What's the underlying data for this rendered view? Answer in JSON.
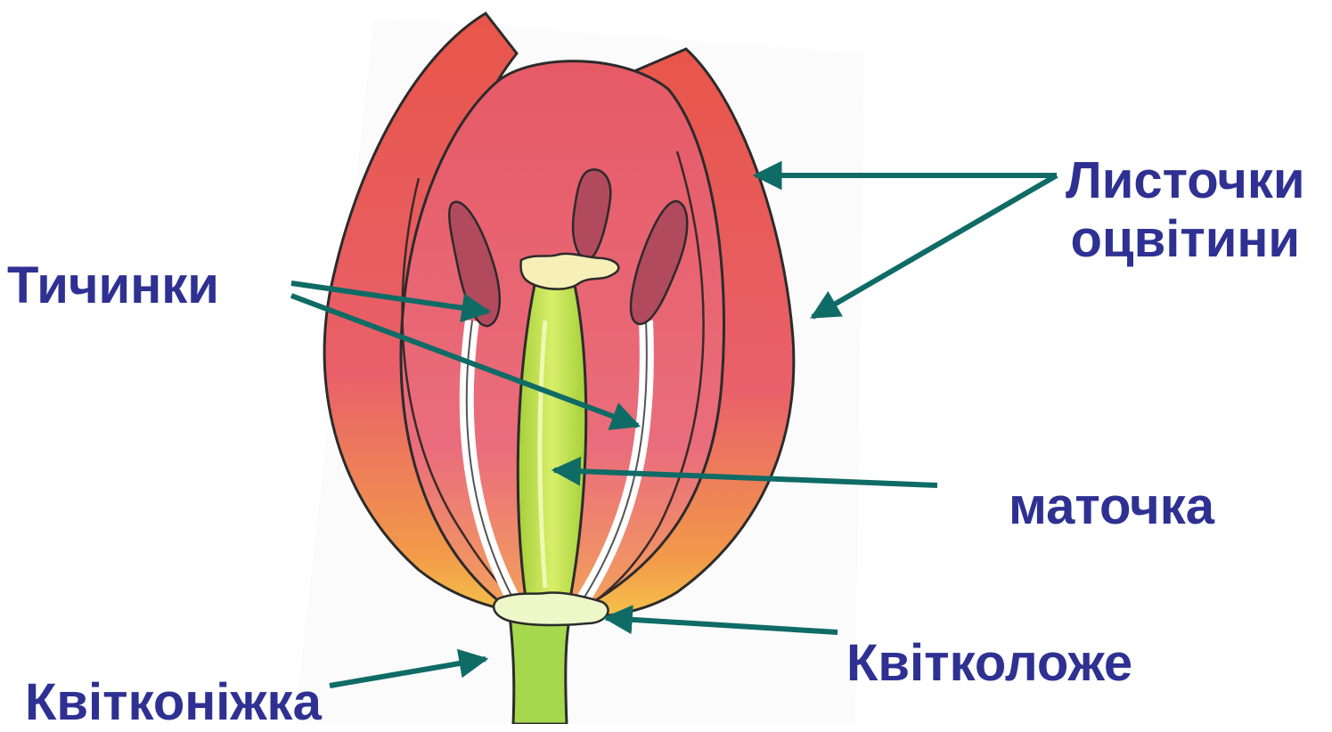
{
  "colors": {
    "label_text": "#2e3192",
    "arrow": "#0f6b66",
    "petal": "#e8604c",
    "petal_inner": "#e86a72",
    "pistil": "#bfe047",
    "stem": "#9fd44a",
    "anther": "#b04a5c",
    "outline": "#2b2b2b"
  },
  "labels": {
    "tepals_line1": "Листочки",
    "tepals_line2": "оцвітини",
    "stamens": "Тичинки",
    "pistil": "маточка",
    "receptacle": "Квітколоже",
    "pedicel": "Квітконіжка"
  }
}
